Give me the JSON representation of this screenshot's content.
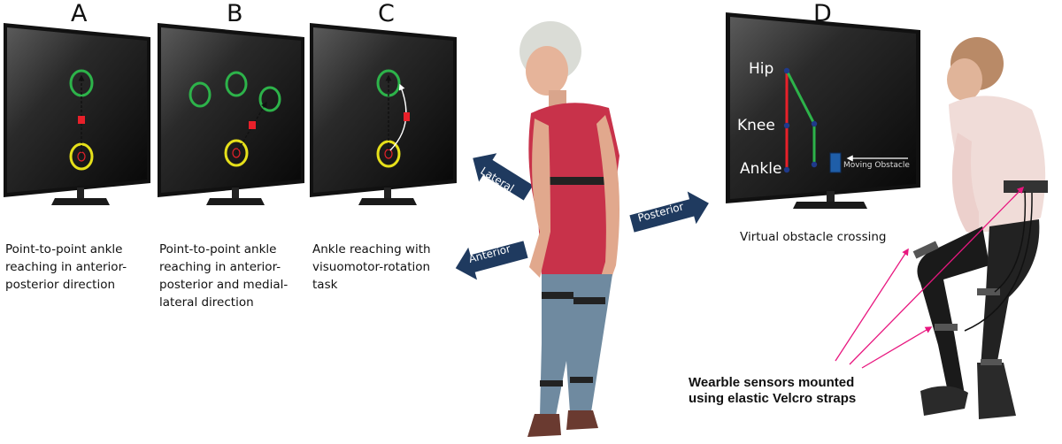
{
  "panels": [
    {
      "letter": "A",
      "caption": "Point-to-point ankle\nreaching in anterior-\nposterior direction"
    },
    {
      "letter": "B",
      "caption": "Point-to-point ankle\nreaching in anterior-\nposterior and medial-\nlateral direction"
    },
    {
      "letter": "C",
      "caption": "Ankle reaching with\nvisuomotor-rotation\ntask"
    },
    {
      "letter": "D",
      "caption": "Virtual obstacle crossing"
    }
  ],
  "direction_arrows": {
    "lateral": "Lateral",
    "anterior": "Anterior",
    "posterior": "Posterior"
  },
  "joints": {
    "hip": "Hip",
    "knee": "Knee",
    "ankle": "Ankle"
  },
  "obstacle_label": "Moving Obstacle",
  "sensor_note": {
    "line1": "Wearble sensors mounted",
    "line2": "using elastic Velcro straps"
  },
  "colors": {
    "target_ring": "#2db34a",
    "start_ring": "#e6e01a",
    "cursor": "#e8202a",
    "stance_leg": "#e8202a",
    "swing_leg": "#2db34a",
    "arrow_fill": "#1f3a5f",
    "pointer": "#e8177f",
    "shirt": "#c8324a",
    "jeans": "#6f8aa0",
    "sweater": "#f0dcd8"
  }
}
